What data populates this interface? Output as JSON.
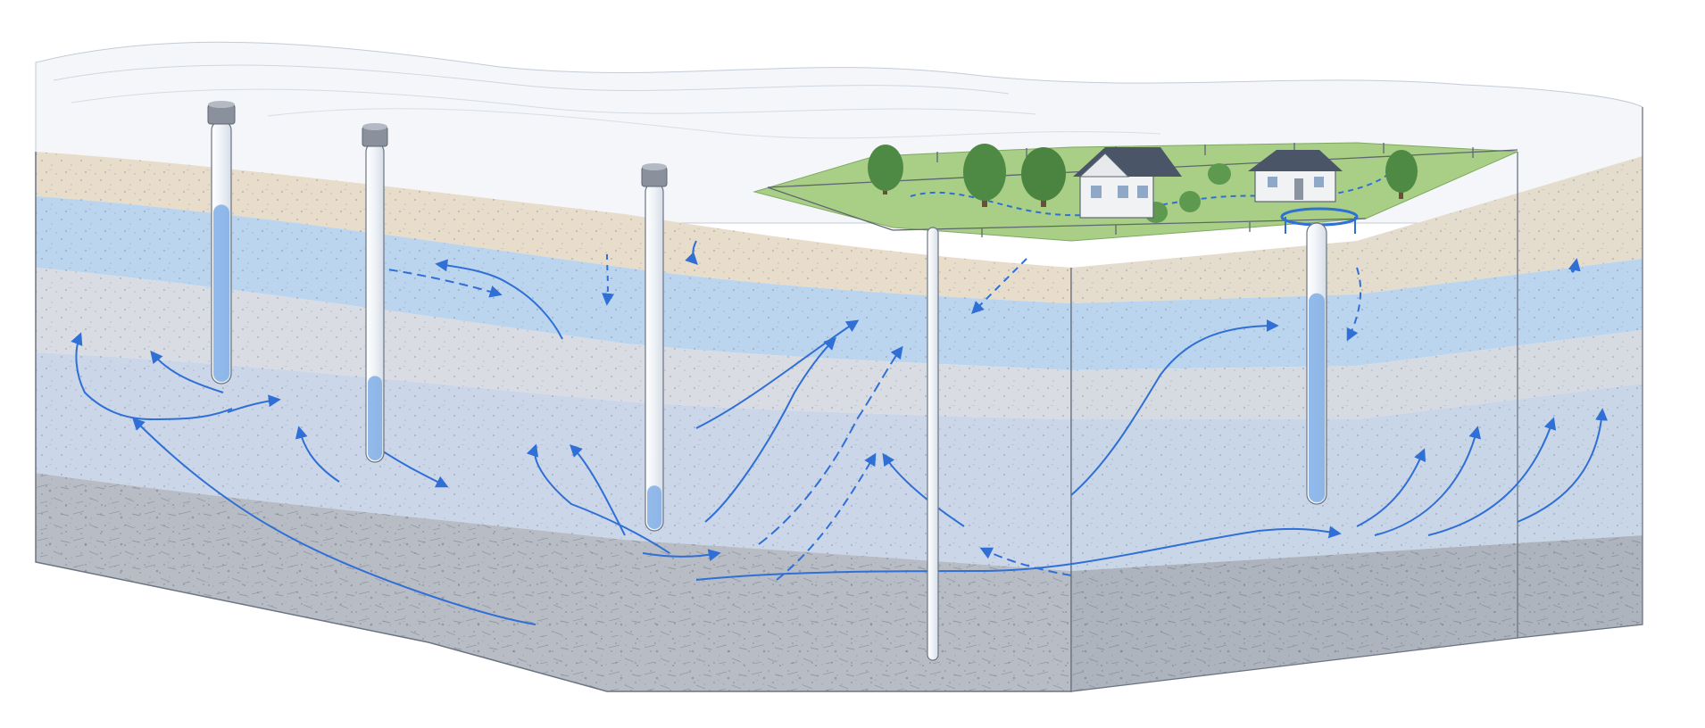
{
  "diagram": {
    "kind": "groundwater-cross-section",
    "labels": []
  },
  "layers": [
    {
      "name": "sketched-hills",
      "color": "#f3f5f8"
    },
    {
      "name": "sandy-soil",
      "color": "#e8dccb"
    },
    {
      "name": "upper-aquifer",
      "color": "#bcd5ee"
    },
    {
      "name": "silt-clay",
      "color": "#d9dde3"
    },
    {
      "name": "deep-aquifer",
      "color": "#c9d7ea"
    },
    {
      "name": "bedrock",
      "color": "#b7bcc4"
    }
  ],
  "colors": {
    "flow_arrow": "#2f6fd6",
    "water_column": "#7faee6",
    "grass": "#a9cf86",
    "tree": "#4f8a45",
    "house_wall": "#f1f2f4",
    "house_roof": "#4a5668",
    "outline": "#6b7483"
  },
  "wells": [
    {
      "name": "monitoring-well-1",
      "water_level": 0.68
    },
    {
      "name": "monitoring-well-2",
      "water_level": 0.27
    },
    {
      "name": "monitoring-well-3",
      "water_level": 0.13
    },
    {
      "name": "pumping-well",
      "water_level": 0.75
    },
    {
      "name": "dry-pipe",
      "water_level": 0
    }
  ],
  "features": [
    "trees",
    "houses",
    "fence",
    "well-platform",
    "flow-arrows"
  ]
}
